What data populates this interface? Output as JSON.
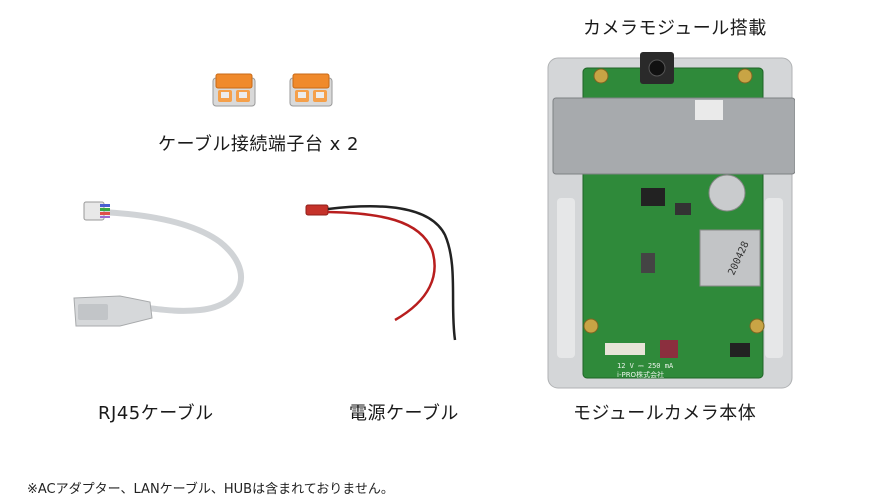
{
  "labels": {
    "connector": "ケーブル接続端子台 x 2",
    "rj45": "RJ45ケーブル",
    "power": "電源ケーブル",
    "module": "モジュールカメラ本体",
    "camera": "カメラモジュール搭載"
  },
  "footnote": "※ACアダプター、LANケーブル、HUBは含まれておりません。",
  "board_print": {
    "chip_code": "200428",
    "power_spec": "12 V ⎓ 250 mA",
    "maker": "i-PRO株式会社"
  }
}
